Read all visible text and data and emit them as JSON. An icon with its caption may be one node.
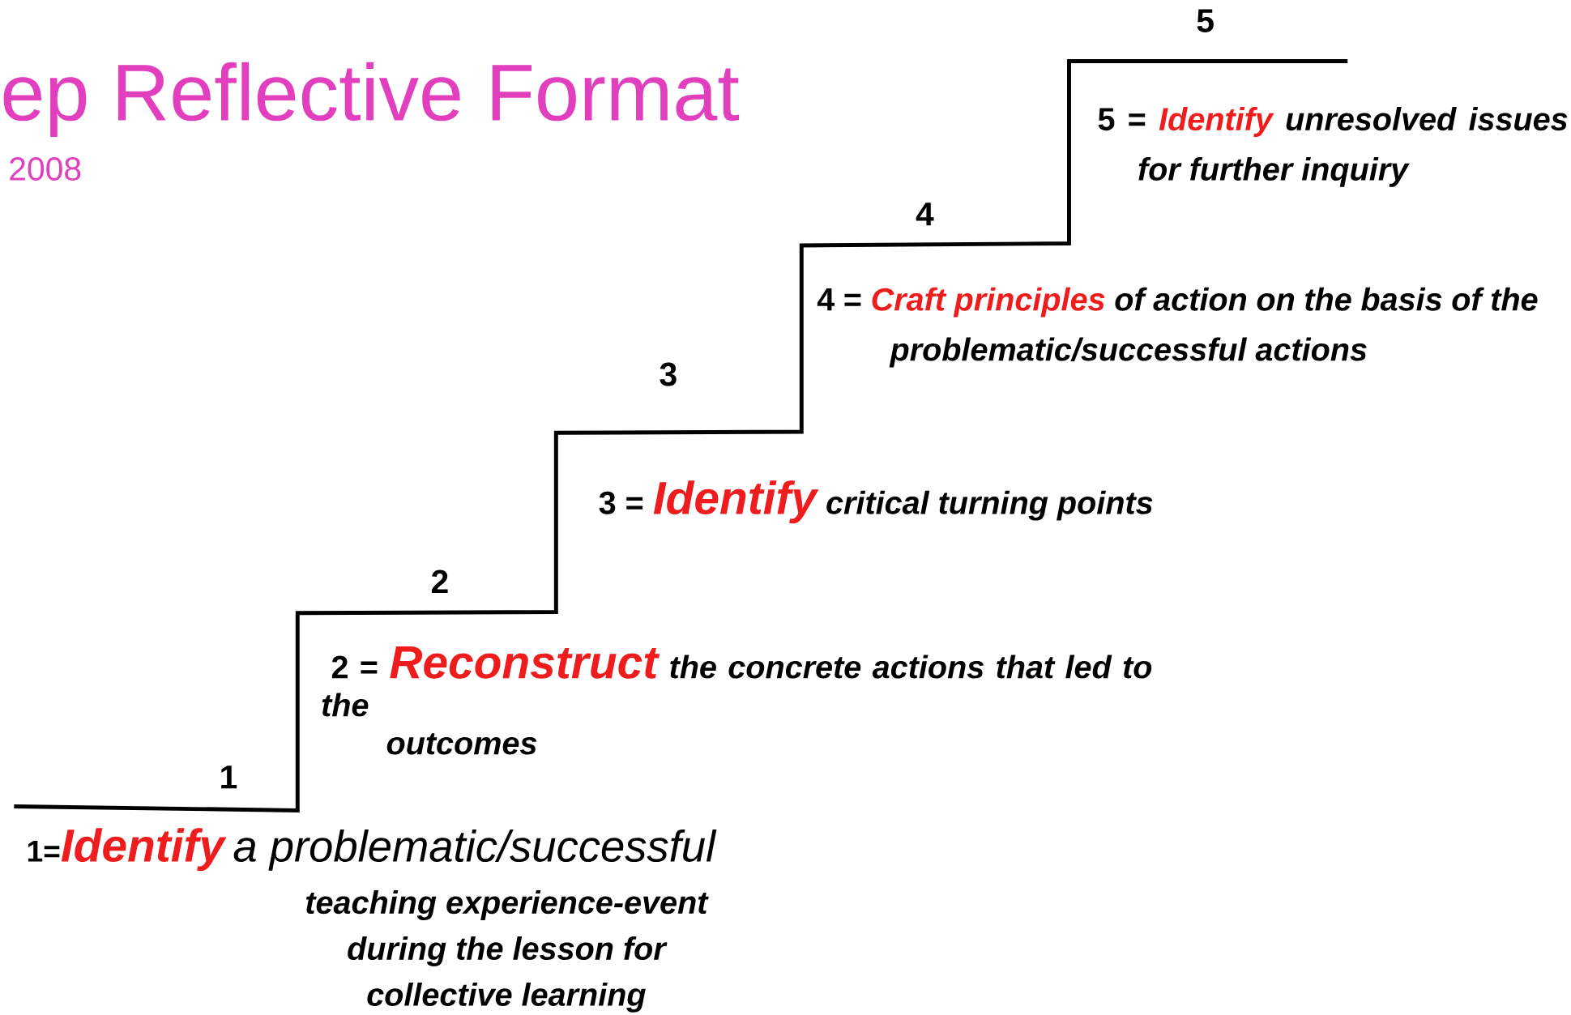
{
  "diagram": {
    "title": "ep Reflective Format",
    "labels": [
      "2008",
      "5",
      "5 =",
      "Identify",
      "unresolved issues for further inquiry",
      "4",
      "4 =",
      "Craft principles",
      "of action on the basis of the problematic/successful actions",
      "3",
      "3  =",
      "Identify",
      "critical turning points",
      "2",
      "2 =",
      "Reconstruct",
      "the concrete actions that led to the outcomes",
      "1",
      "1=",
      "Identify",
      "a problematic/successful",
      "teaching experience-event during the lesson for collective learning"
    ]
  }
}
